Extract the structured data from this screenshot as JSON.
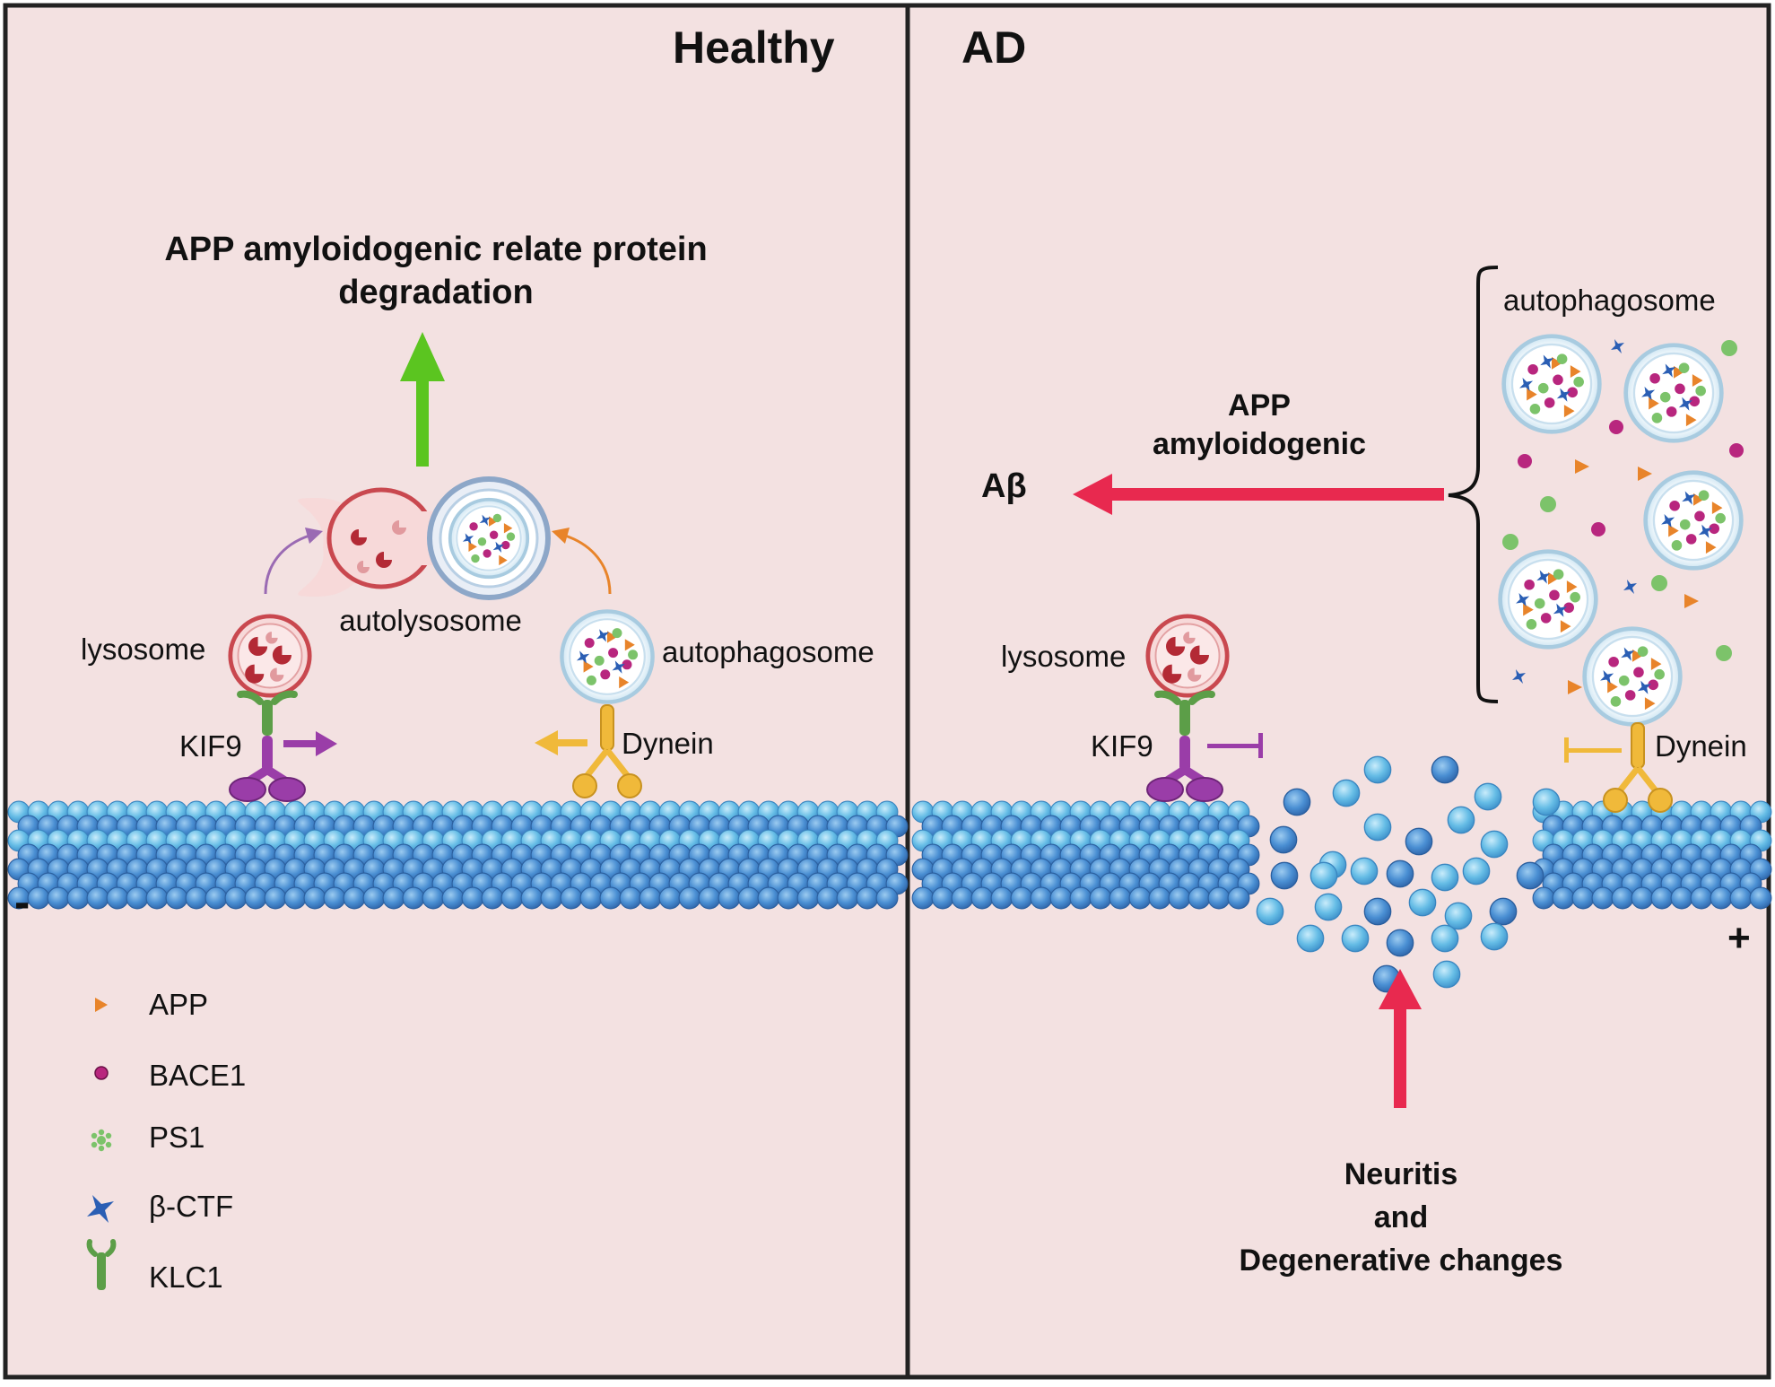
{
  "panels": {
    "healthy": {
      "title": "Healthy",
      "heading_line1": "APP amyloidogenic relate protein",
      "heading_line2": "degradation",
      "autolysosome": "autolysosome",
      "lysosome": "lysosome",
      "autophagosome": "autophagosome",
      "kif9": "KIF9",
      "dynein": "Dynein",
      "minus": "-"
    },
    "ad": {
      "title": "AD",
      "autophagosome": "autophagosome",
      "app_line1": "APP",
      "app_line2": "amyloidogenic",
      "abeta": "Aβ",
      "lysosome": "lysosome",
      "kif9": "KIF9",
      "dynein": "Dynein",
      "plus": "+",
      "outcome_line1": "Neuritis",
      "outcome_line2": "and",
      "outcome_line3": "Degenerative changes"
    }
  },
  "legend": [
    {
      "label": "APP",
      "icon": "orange-triangle-icon",
      "color": "#e8842a"
    },
    {
      "label": "BACE1",
      "icon": "magenta-dot-icon",
      "color": "#b8267e"
    },
    {
      "label": "PS1",
      "icon": "green-star-icon",
      "color": "#7cc36a"
    },
    {
      "label": "β-CTF",
      "icon": "blue-four-point-star-icon",
      "color": "#2a5eb4"
    },
    {
      "label": "KLC1",
      "icon": "klc1-y-icon",
      "color": "#5c9e48"
    }
  ],
  "colors": {
    "background": "#f3e1e1",
    "border": "#222222",
    "green_arrow": "#5bc520",
    "red_arrow": "#e8294f",
    "kif9": "#9a3da8",
    "dynein": "#f0b93a",
    "lysosome": "#c9484f",
    "microtubule_light": "#5fb2e0",
    "microtubule_dark": "#3f86c8"
  }
}
